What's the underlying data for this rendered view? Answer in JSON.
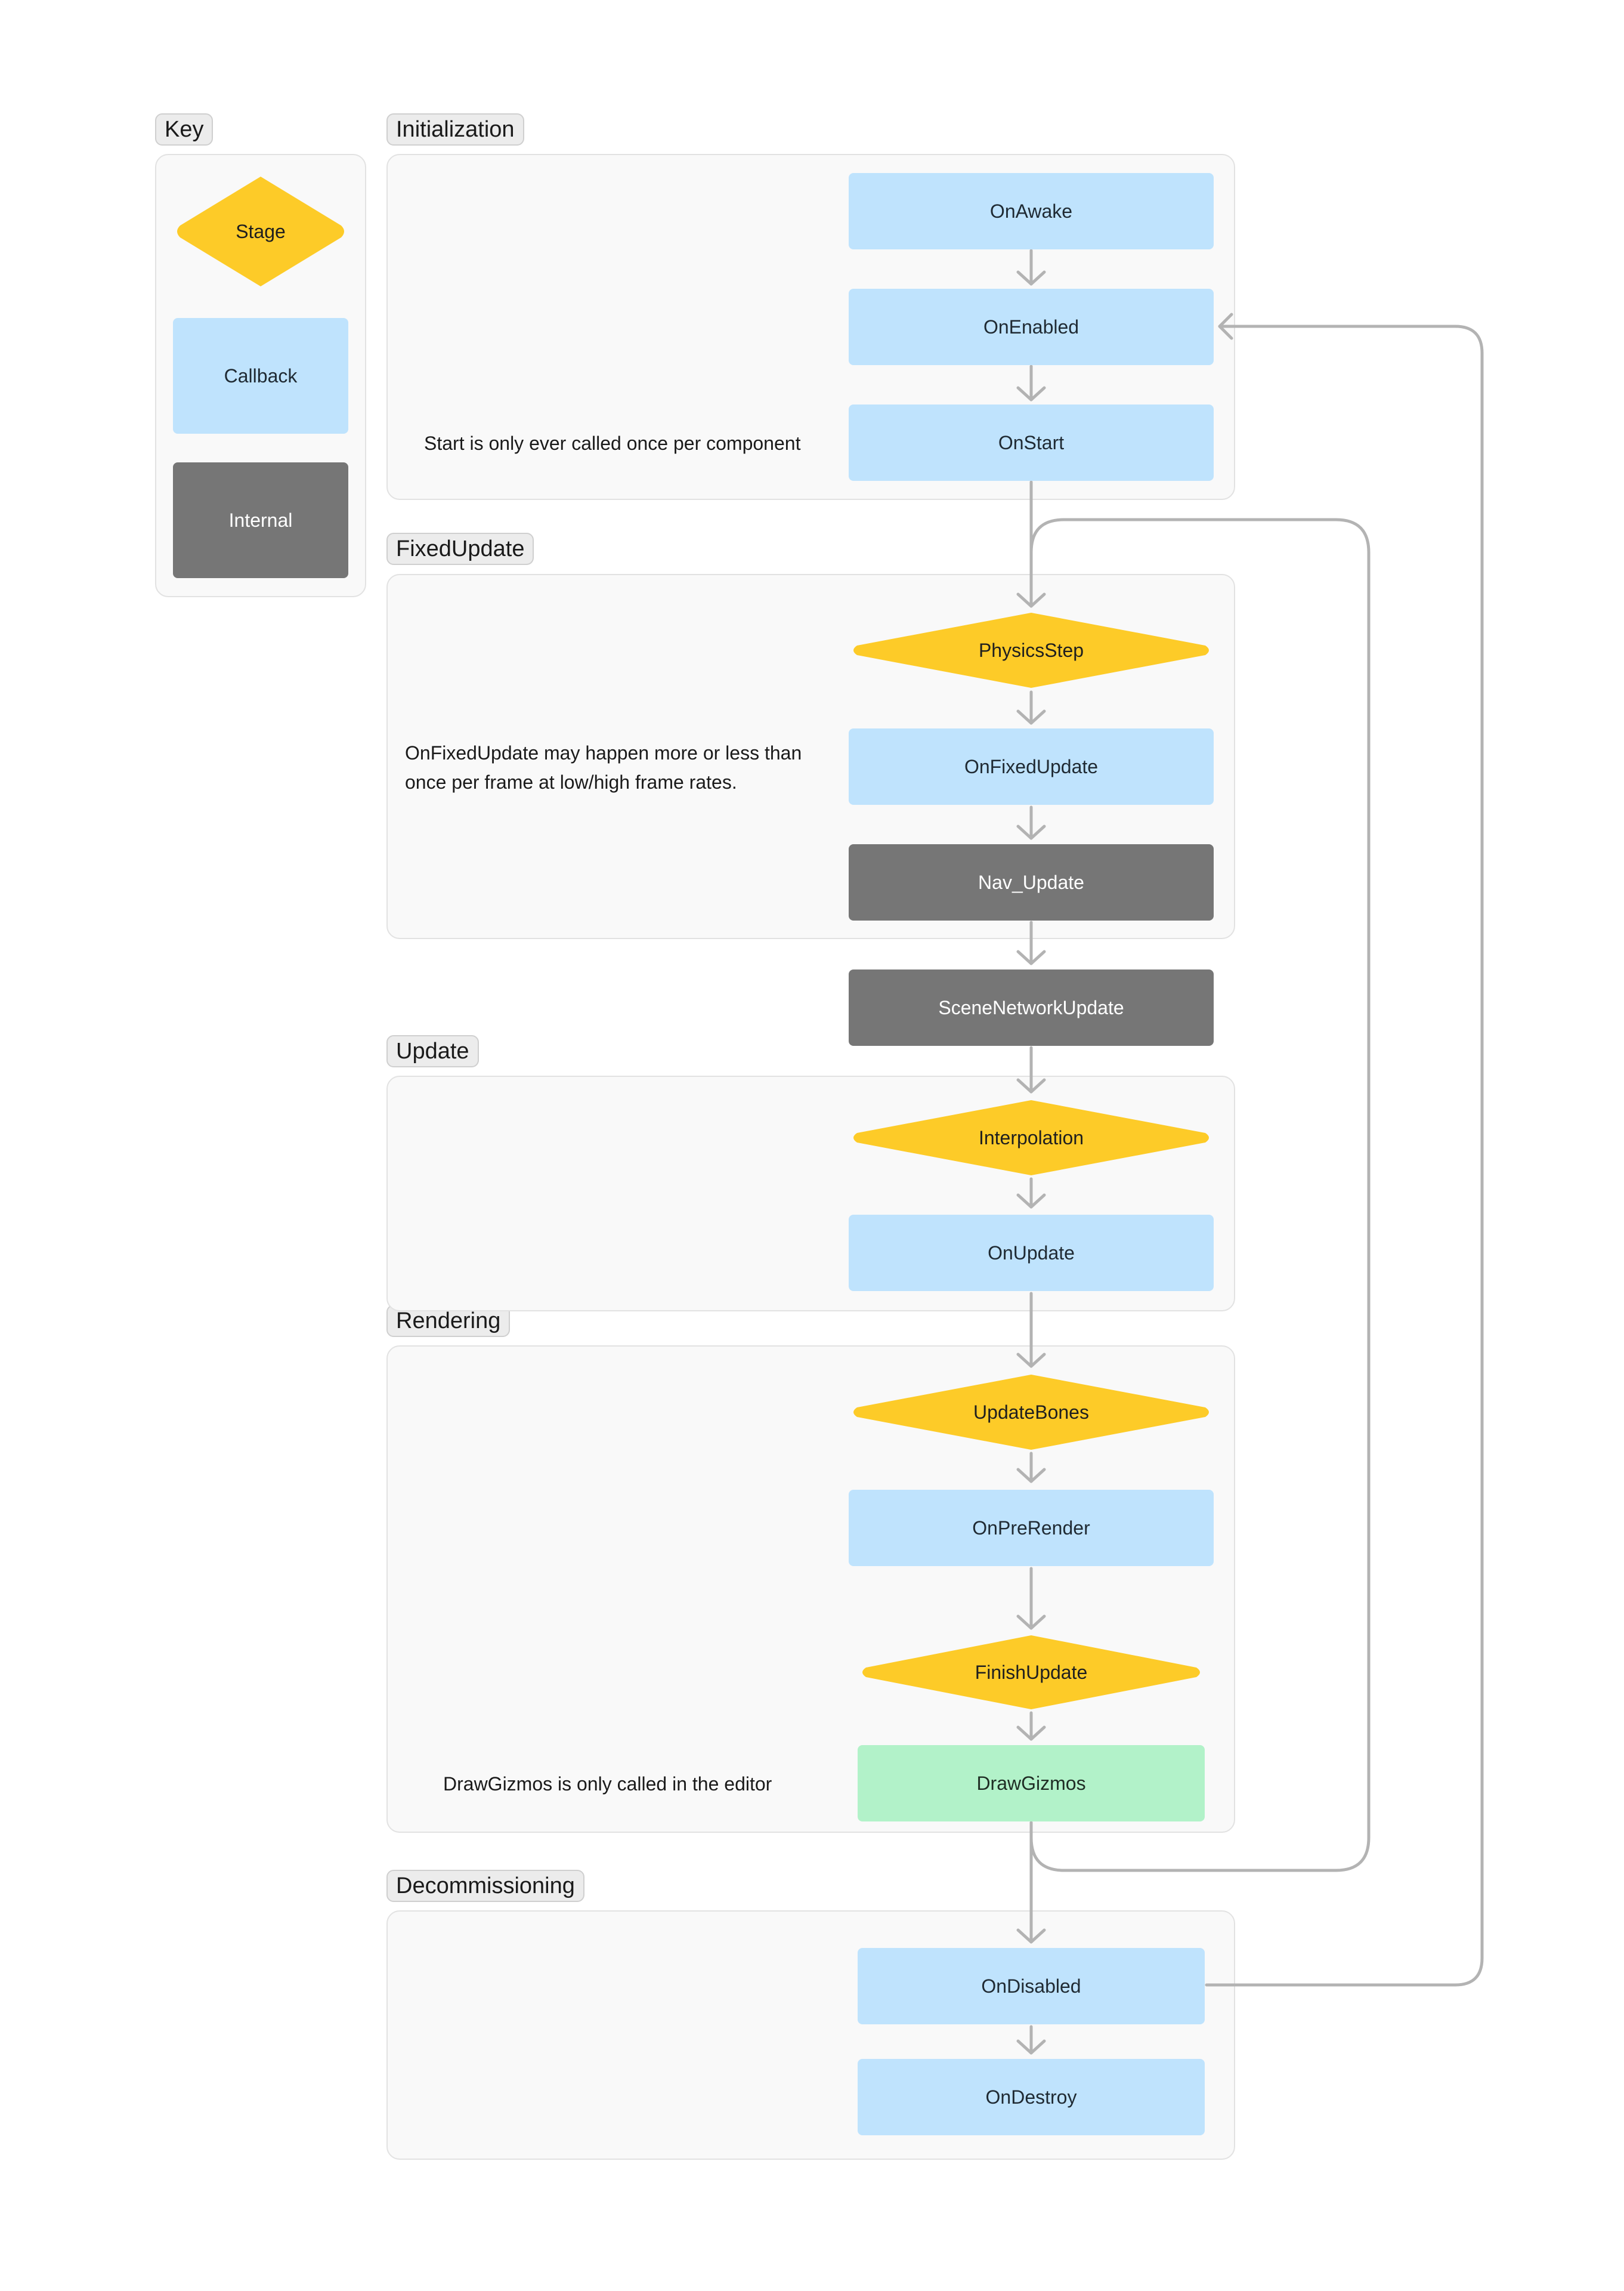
{
  "sections": {
    "key": "Key",
    "initialization": "Initialization",
    "fixed_update": "FixedUpdate",
    "update": "Update",
    "rendering": "Rendering",
    "decommissioning": "Decommissioning"
  },
  "key": {
    "stage": "Stage",
    "callback": "Callback",
    "internal": "Internal"
  },
  "nodes": {
    "on_awake": "OnAwake",
    "on_enabled": "OnEnabled",
    "on_start": "OnStart",
    "physics_step": "PhysicsStep",
    "on_fixed_update": "OnFixedUpdate",
    "nav_update": "Nav_Update",
    "scene_network_update": "SceneNetworkUpdate",
    "interpolation": "Interpolation",
    "on_update": "OnUpdate",
    "update_bones": "UpdateBones",
    "on_pre_render": "OnPreRender",
    "finish_update": "FinishUpdate",
    "draw_gizmos": "DrawGizmos",
    "on_disabled": "OnDisabled",
    "on_destroy": "OnDestroy"
  },
  "notes": {
    "start_once": "Start is only ever called once per component",
    "fixed_update_line1": "OnFixedUpdate may happen more or less than",
    "fixed_update_line2": "once per frame at low/high frame rates.",
    "draw_gizmos_editor": "DrawGizmos is only called in the editor"
  },
  "colors": {
    "stage": "#fdcb28",
    "callback": "#bfe3fd",
    "internal": "#767676",
    "editor_only": "#b2f2c9",
    "connector": "#b3b3b3"
  }
}
